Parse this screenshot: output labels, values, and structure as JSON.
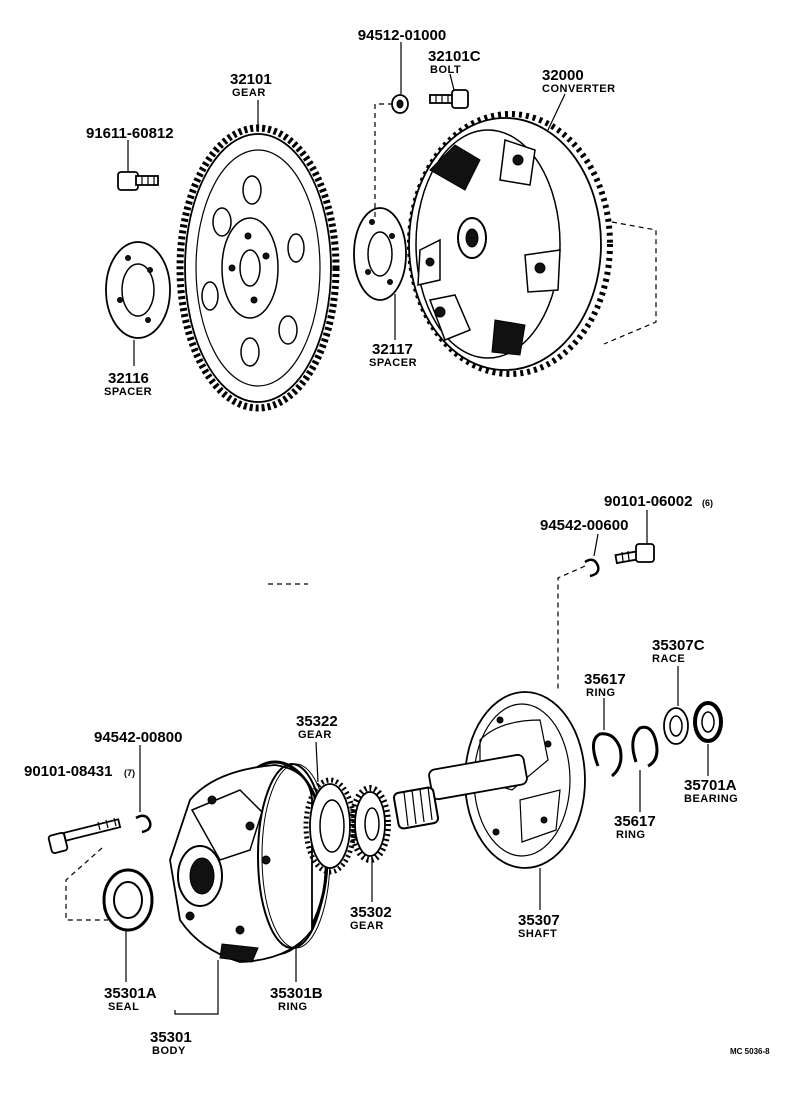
{
  "parts": [
    {
      "id": "flywheel-gear",
      "number": "32101",
      "name": "GEAR"
    },
    {
      "id": "bolt-91611",
      "number": "91611-60812",
      "name": ""
    },
    {
      "id": "spacer-32116",
      "number": "32116",
      "name": "SPACER"
    },
    {
      "id": "nut-94512",
      "number": "94512-01000",
      "name": ""
    },
    {
      "id": "bolt-32101c",
      "number": "32101C",
      "name": "BOLT"
    },
    {
      "id": "converter",
      "number": "32000",
      "name": "CONVERTER"
    },
    {
      "id": "spacer-32117",
      "number": "32117",
      "name": "SPACER"
    },
    {
      "id": "bolt-90101-06002",
      "number": "90101-06002",
      "name": "",
      "qty": "(6)"
    },
    {
      "id": "washer-94542-00600",
      "number": "94542-00600",
      "name": ""
    },
    {
      "id": "race",
      "number": "35307C",
      "name": "RACE"
    },
    {
      "id": "ring-upper",
      "number": "35617",
      "name": "RING"
    },
    {
      "id": "pump-gear-35322",
      "number": "35322",
      "name": "GEAR"
    },
    {
      "id": "washer-94542-00800",
      "number": "94542-00800",
      "name": ""
    },
    {
      "id": "bolt-90101-08431",
      "number": "90101-08431",
      "name": "",
      "qty": "(7)"
    },
    {
      "id": "bearing",
      "number": "35701A",
      "name": "BEARING"
    },
    {
      "id": "ring-lower",
      "number": "35617",
      "name": "RING"
    },
    {
      "id": "pump-gear-35302",
      "number": "35302",
      "name": "GEAR"
    },
    {
      "id": "stator-shaft",
      "number": "35307",
      "name": "SHAFT"
    },
    {
      "id": "seal",
      "number": "35301A",
      "name": "SEAL"
    },
    {
      "id": "o-ring",
      "number": "35301B",
      "name": "RING"
    },
    {
      "id": "pump-body",
      "number": "35301",
      "name": "BODY"
    }
  ],
  "footer": {
    "code": "MC  5036-8"
  }
}
